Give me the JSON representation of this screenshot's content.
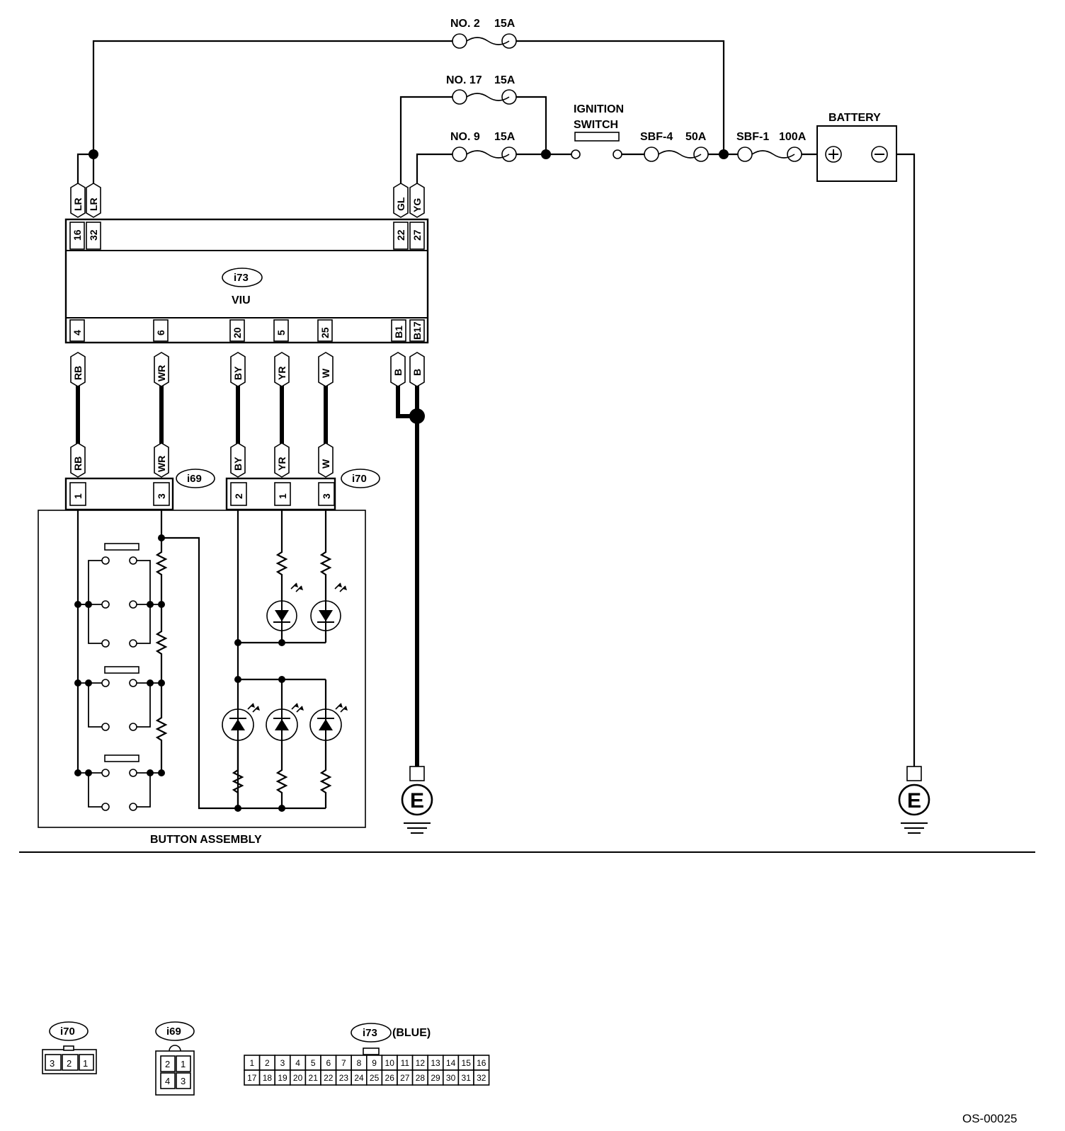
{
  "fuses": {
    "no2": {
      "name": "NO. 2",
      "rating": "15A"
    },
    "no17": {
      "name": "NO. 17",
      "rating": "15A"
    },
    "no9": {
      "name": "NO. 9",
      "rating": "15A"
    },
    "sbf4": {
      "name": "SBF-4",
      "rating": "50A"
    },
    "sbf1": {
      "name": "SBF-1",
      "rating": "100A"
    }
  },
  "ignition_switch": {
    "line1": "IGNITION",
    "line2": "SWITCH"
  },
  "battery": {
    "label": "BATTERY"
  },
  "viu": {
    "connector": "i73",
    "name": "VIU",
    "top_pins": [
      {
        "pin": "16",
        "wire": "LR"
      },
      {
        "pin": "32",
        "wire": "LR"
      },
      {
        "pin": "22",
        "wire": "GL"
      },
      {
        "pin": "27",
        "wire": "YG"
      }
    ],
    "bottom_pins": [
      {
        "pin": "4",
        "wire": "RB"
      },
      {
        "pin": "6",
        "wire": "WR"
      },
      {
        "pin": "20",
        "wire": "BY"
      },
      {
        "pin": "5",
        "wire": "YR"
      },
      {
        "pin": "25",
        "wire": "W"
      },
      {
        "pin": "B1",
        "wire": "B"
      },
      {
        "pin": "B17",
        "wire": "B"
      }
    ]
  },
  "i69": {
    "connector": "i69",
    "pins": [
      {
        "pin": "1",
        "wire": "RB"
      },
      {
        "pin": "3",
        "wire": "WR"
      }
    ]
  },
  "i70": {
    "connector": "i70",
    "pins": [
      {
        "pin": "2",
        "wire": "BY"
      },
      {
        "pin": "1",
        "wire": "YR"
      },
      {
        "pin": "3",
        "wire": "W"
      }
    ]
  },
  "button_assembly": {
    "label": "BUTTON ASSEMBLY"
  },
  "ground": {
    "symbol": "E"
  },
  "battery_terminals": {
    "positive": "+",
    "negative": "−"
  },
  "legend": {
    "i70": {
      "label": "i70",
      "pins": [
        "3",
        "2",
        "1"
      ]
    },
    "i69": {
      "label": "i69",
      "pins": [
        "2",
        "1",
        "4",
        "3"
      ]
    },
    "i73": {
      "label": "i73",
      "color": "(BLUE)",
      "row1": [
        "1",
        "2",
        "3",
        "4",
        "5",
        "6",
        "7",
        "8",
        "9",
        "10",
        "11",
        "12",
        "13",
        "14",
        "15",
        "16"
      ],
      "row2": [
        "17",
        "18",
        "19",
        "20",
        "21",
        "22",
        "23",
        "24",
        "25",
        "26",
        "27",
        "28",
        "29",
        "30",
        "31",
        "32"
      ]
    }
  },
  "figure_id": "OS-00025"
}
